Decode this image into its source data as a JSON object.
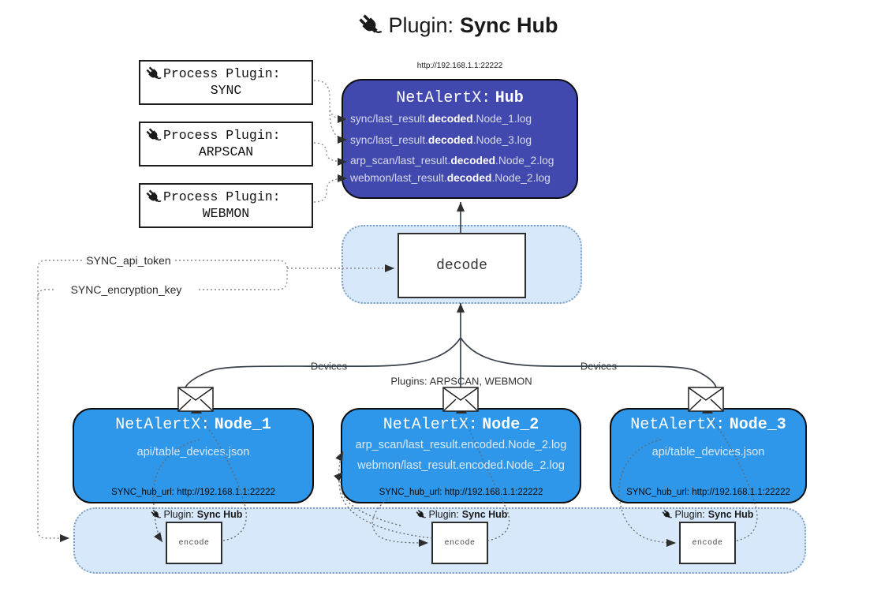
{
  "title": {
    "prefix": "Plugin:",
    "name": "Sync Hub"
  },
  "hub": {
    "url": "http://192.168.1.1:22222",
    "title_prefix": "NetAlertX:",
    "title_name": "Hub",
    "lines": [
      {
        "pre": "sync/last_result.",
        "bold": "decoded",
        "post": ".Node_1.log"
      },
      {
        "pre": "sync/last_result.",
        "bold": "decoded",
        "post": ".Node_3.log"
      },
      {
        "pre": "arp_scan/last_result.",
        "bold": "decoded",
        "post": ".Node_2.log"
      },
      {
        "pre": "webmon/last_result.",
        "bold": "decoded",
        "post": ".Node_2.log"
      }
    ]
  },
  "process_plugins": [
    {
      "label": "Process Plugin:",
      "name": "SYNC"
    },
    {
      "label": "Process Plugin:",
      "name": "ARPSCAN"
    },
    {
      "label": "Process Plugin:",
      "name": "WEBMON"
    }
  ],
  "decode_label": "decode",
  "config": {
    "api_token_label": "SYNC_api_token",
    "encryption_key_label": "SYNC_encryption_key"
  },
  "edge_labels": {
    "devices_left": "Devices",
    "plugins_center": "Plugins: ARPSCAN, WEBMON",
    "devices_right": "Devices"
  },
  "nodes": [
    {
      "title_prefix": "NetAlertX:",
      "title_name": "Node_1",
      "lines": [
        "api/table_devices.json"
      ],
      "footer": "SYNC_hub_url: http://192.168.1.1:22222"
    },
    {
      "title_prefix": "NetAlertX:",
      "title_name": "Node_2",
      "lines": [
        "arp_scan/last_result.encoded.Node_2.log",
        "webmon/last_result.encoded.Node_2.log"
      ],
      "footer": "SYNC_hub_url: http://192.168.1.1:22222"
    },
    {
      "title_prefix": "NetAlertX:",
      "title_name": "Node_3",
      "lines": [
        "api/table_devices.json"
      ],
      "footer": "SYNC_hub_url: http://192.168.1.1:22222"
    }
  ],
  "encoders": [
    {
      "plugin_prefix": "Plugin:",
      "plugin_name": "Sync Hub",
      "box_label": "encode"
    },
    {
      "plugin_prefix": "Plugin:",
      "plugin_name": "Sync Hub",
      "box_label": "encode"
    },
    {
      "plugin_prefix": "Plugin:",
      "plugin_name": "Sync Hub",
      "box_label": "encode"
    }
  ],
  "colors": {
    "hub_bg": "#4149AE",
    "node_bg": "#2E97EA",
    "strip_bg": "#D6E8F9",
    "strip_border": "#7FA0C4",
    "connector": "#2e2e2e"
  }
}
